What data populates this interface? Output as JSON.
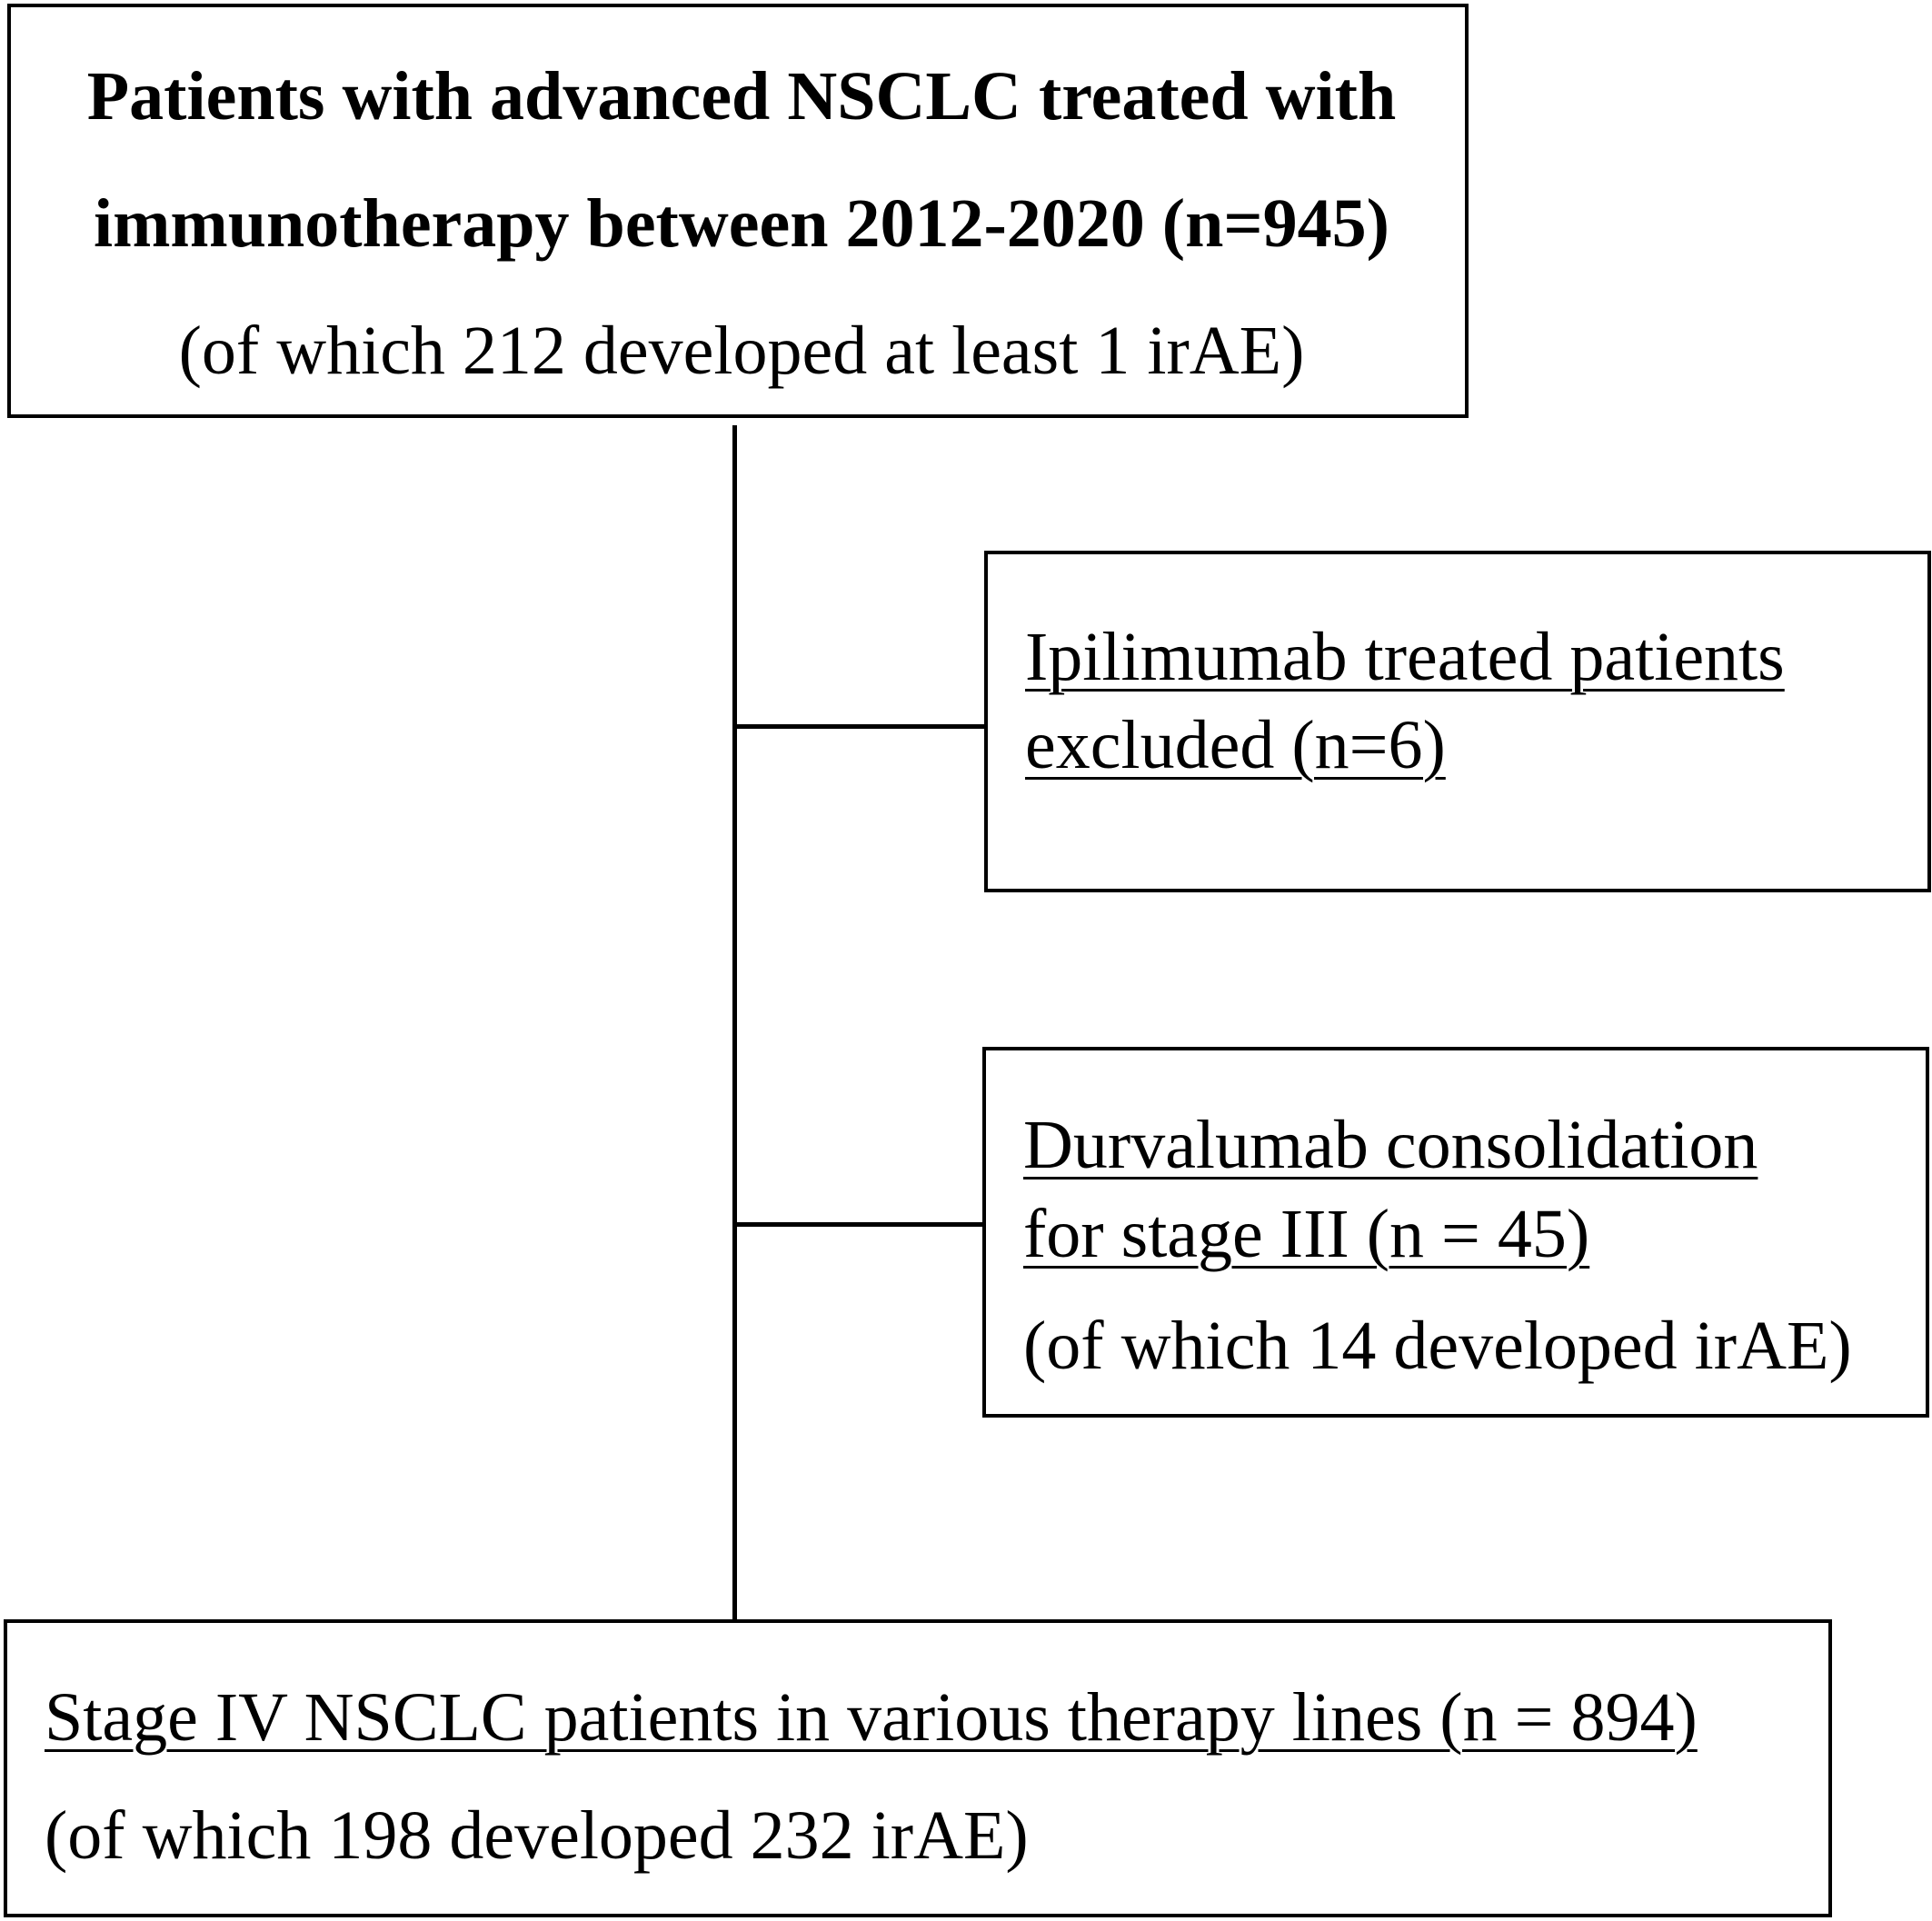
{
  "top_box": {
    "line1": "Patients with advanced NSCLC treated with",
    "line2": "immunotherapy between 2012-2020 (n=945)",
    "line3": "(of which 212 developed at least 1 irAE)"
  },
  "exclusion_ipilimumab": {
    "line1": "Ipilimumab treated patients",
    "line2": "excluded (n=6)"
  },
  "exclusion_durvalumab": {
    "line1": "Durvalumab consolidation",
    "line2": "for stage III (n = 45)",
    "line3": "(of which 14 developed irAE)"
  },
  "final_box": {
    "line1": "Stage IV NSCLC patients in various therapy lines (n = 894)",
    "line2": "(of which 198 developed 232 irAE)"
  }
}
